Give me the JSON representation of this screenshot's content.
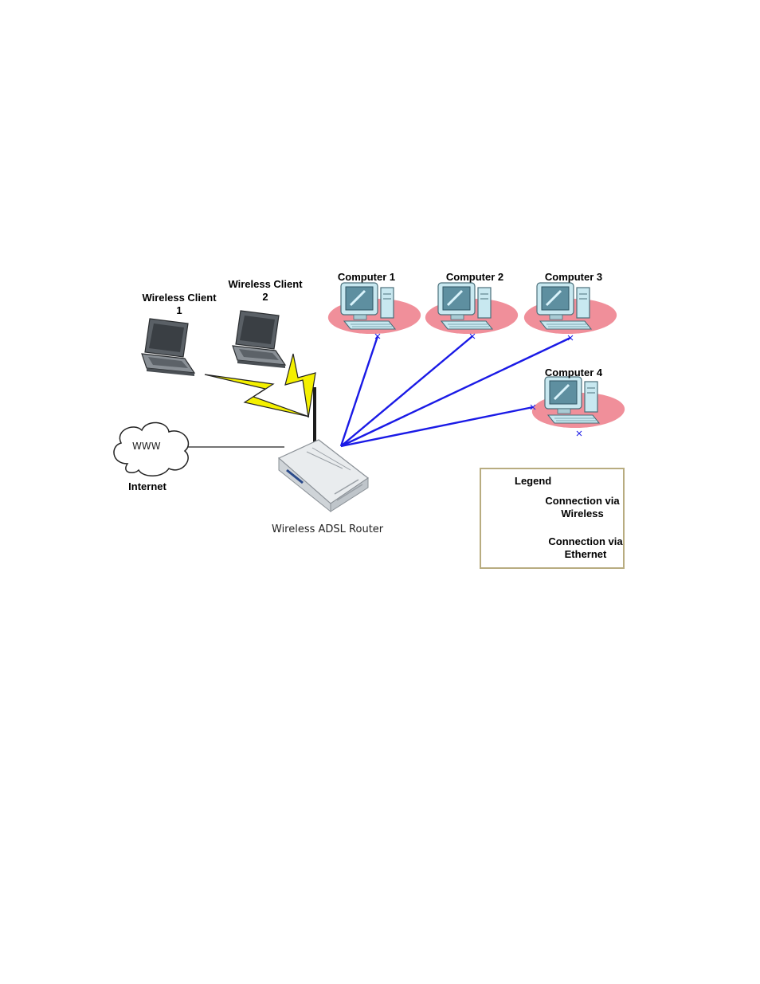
{
  "nodes": {
    "wireless_client_1": {
      "line1": "Wireless Client",
      "line2": "1"
    },
    "wireless_client_2": {
      "line1": "Wireless Client",
      "line2": "2"
    },
    "computer_1": "Computer 1",
    "computer_2": "Computer 2",
    "computer_3": "Computer 3",
    "computer_4": "Computer 4",
    "internet": "Internet",
    "cloud_text": "WWW",
    "router": "Wireless ADSL Router"
  },
  "legend": {
    "title": "Legend",
    "wireless": {
      "line1": "Connection via",
      "line2": "Wireless"
    },
    "ethernet": {
      "line1": "Connection via",
      "line2": "Ethernet"
    }
  },
  "colors": {
    "ethernet_line": "#1a1ae6",
    "wireless_bolt": "#f4f000",
    "monitor_body": "#c8e8f0",
    "desk_pad": "#f08f9a",
    "legend_border": "#b8ac80"
  }
}
